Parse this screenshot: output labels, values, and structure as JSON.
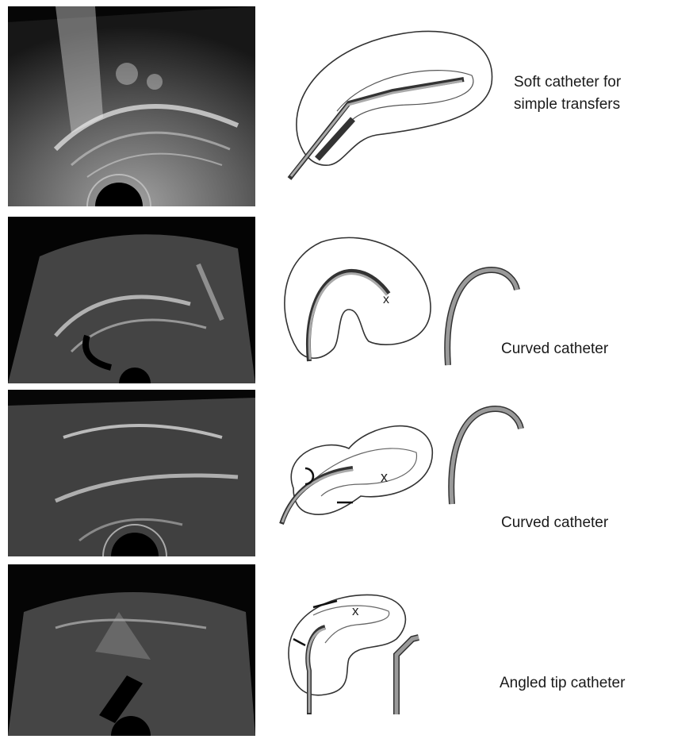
{
  "rows": [
    {
      "caption_lines": [
        "Soft catheter for",
        "simple transfers"
      ]
    },
    {
      "caption_lines": [
        "Curved catheter"
      ]
    },
    {
      "caption_lines": [
        "Curved catheter"
      ]
    },
    {
      "caption_lines": [
        "Angled tip catheter"
      ]
    }
  ],
  "colors": {
    "ultrasound_bg": "#050505",
    "ultrasound_tissue": "#8a8a8a",
    "line_art": "#333333",
    "catheter_fill": "#9a9a9a"
  },
  "icons": {
    "embryo_mark": "x-mark"
  }
}
